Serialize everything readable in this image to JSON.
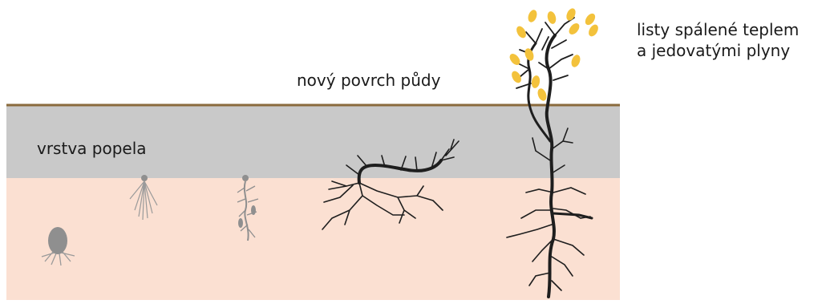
{
  "labels": {
    "new_surface": "nový povrch půdy",
    "ash_layer": "vrstva popela",
    "leaves_line1": "listy spálené teplem",
    "leaves_line2": "a jedovatými plyny"
  },
  "colors": {
    "ash_layer": "#c9c9c9",
    "soil": "#fbe0d2",
    "surface_line": "#8a6a3c",
    "roots_dark": "#1e1e1e",
    "roots_faded": "#8f8f8f",
    "leaves": "#f3c23c"
  }
}
